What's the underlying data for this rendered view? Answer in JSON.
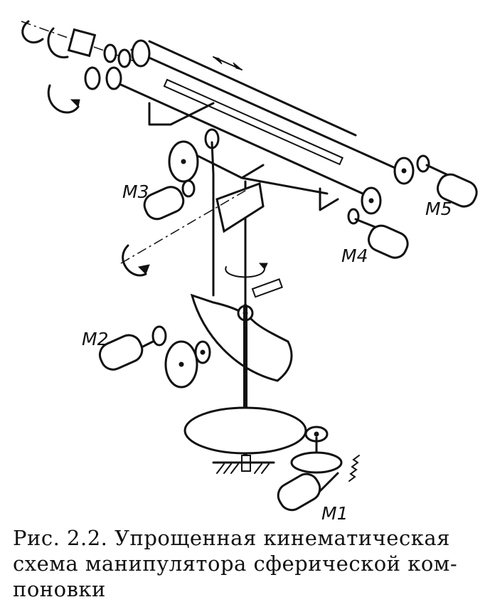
{
  "diagram": {
    "motor_labels": {
      "m1": "M1",
      "m2": "M2",
      "m3": "M3",
      "m4": "M4",
      "m5": "M5"
    }
  },
  "caption": {
    "line1": "Рис. 2.2. Упрощенная кинематическая",
    "line2": "схема манипулятора сферической ком-",
    "line3": "поновки"
  }
}
